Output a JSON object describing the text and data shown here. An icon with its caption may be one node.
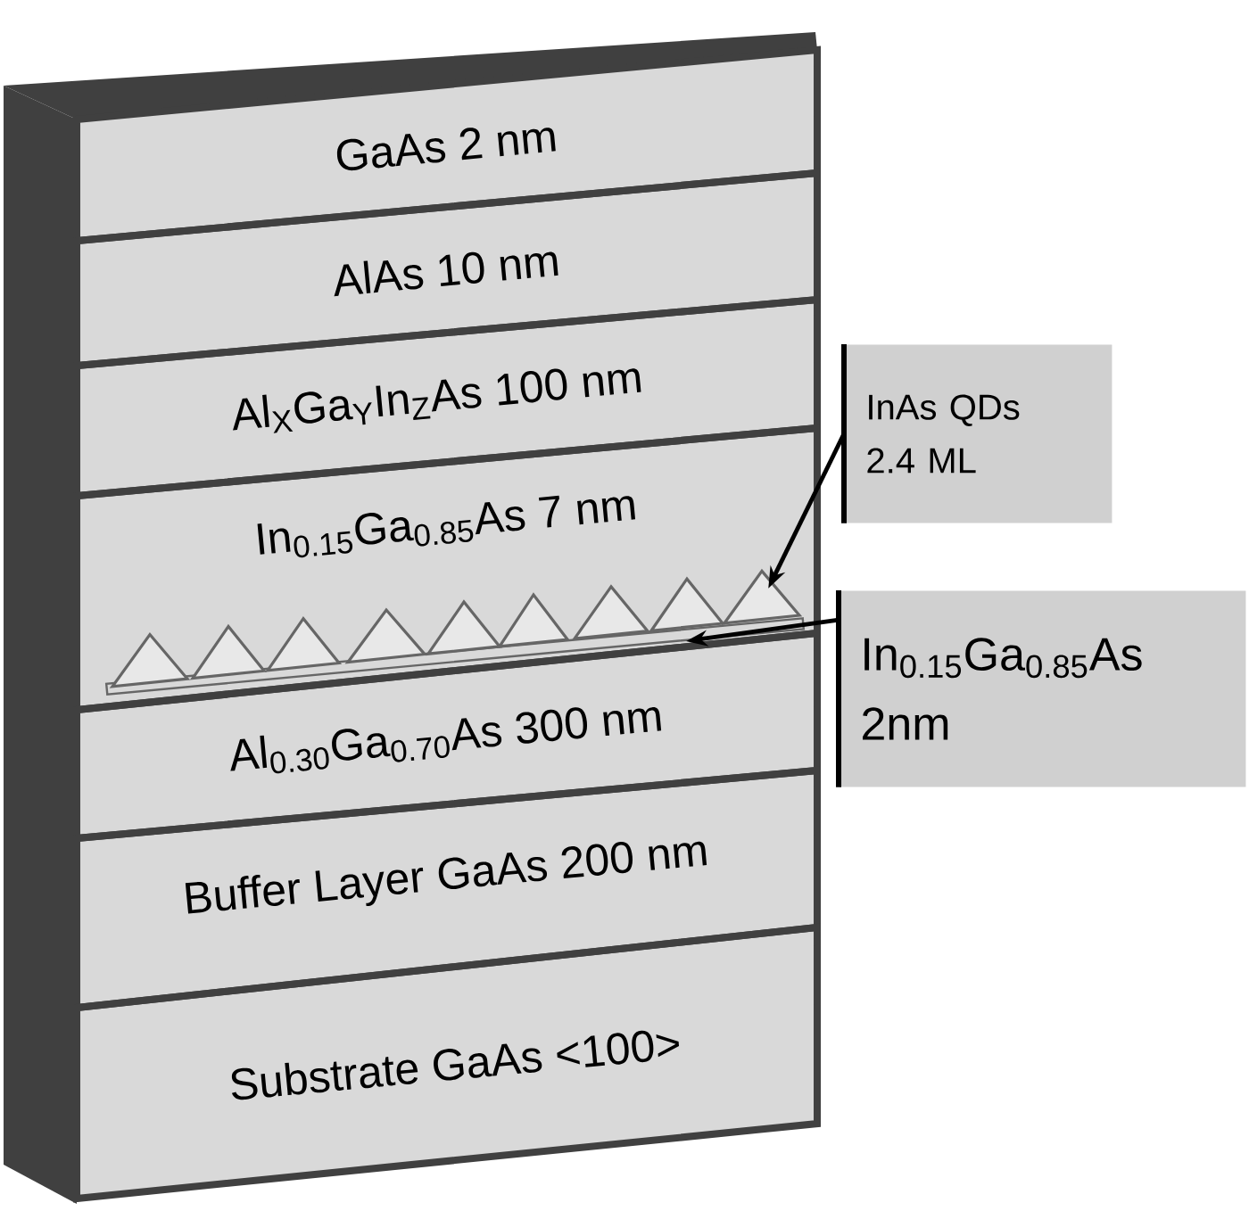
{
  "diagram": {
    "nodes": [
      {
        "text": [
          "GaAs 2 nm"
        ]
      },
      {
        "text": [
          "AlAs 10 nm"
        ]
      },
      {
        "text": [
          "Al$_{X}$Ga$_{Y}$In$_{Z}$As 100 nm"
        ]
      },
      {
        "text": [
          "In$_{0.15}$Ga$_{0.85}$As 7 nm"
        ]
      },
      {
        "text": [
          "Al$_{0.30}$Ga$_{0.70}$As 300 nm"
        ]
      },
      {
        "text": [
          "Buffer Layer GaAs 200 nm"
        ]
      },
      {
        "text": [
          "Substrate GaAs <100>"
        ]
      },
      {
        "text": [
          "InAs QDs 2.4 ML"
        ]
      },
      {
        "text": [
          "In$_{0.15}$Ga$_{0.85}$As 2nm"
        ]
      },
      {
        "text": [],
        "shape": "triangle",
        "in": 3
      },
      {
        "text": [],
        "shape": "bar",
        "in": 3
      }
    ],
    "edges": [
      {
        "from": 7,
        "to": 9,
        "arrow": "to"
      },
      {
        "from": 8,
        "to": 10,
        "arrow": "to"
      }
    ]
  }
}
